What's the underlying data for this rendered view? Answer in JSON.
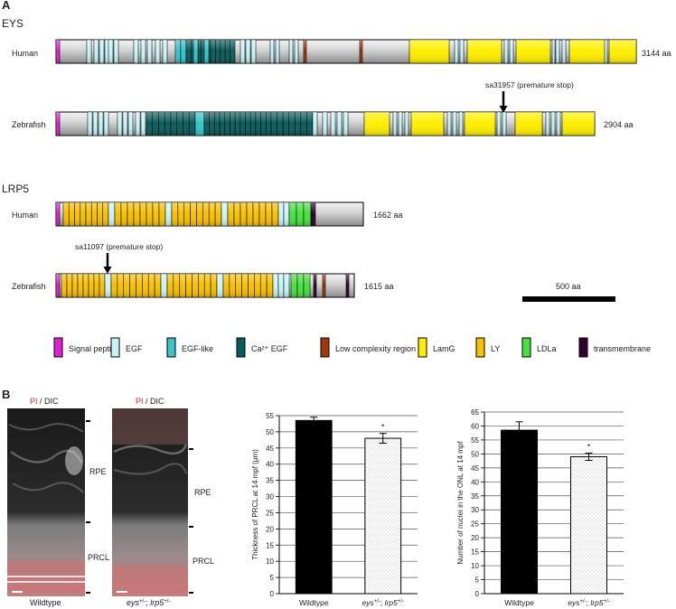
{
  "panelA": {
    "label": "A",
    "eys": {
      "heading": "EYS",
      "human": {
        "label": "Human",
        "length": "3144 aa"
      },
      "zebrafish": {
        "label": "Zebrafish",
        "length": "2904 aa",
        "mutation": "sa31957 (premature stop)"
      }
    },
    "lrp5": {
      "heading": "LRP5",
      "human": {
        "label": "Human",
        "length": "1662 aa"
      },
      "zebrafish": {
        "label": "Zebrafish",
        "length": "1615 aa",
        "mutation": "sa11097 (premature stop)"
      }
    },
    "scale_bar": "500 aa",
    "legend": [
      {
        "label": "Signal peptide",
        "color": "#e020d0"
      },
      {
        "label": "EGF",
        "color": "#c8f4f8"
      },
      {
        "label": "EGF-like",
        "color": "#38c4c8"
      },
      {
        "label": "Ca²⁺ EGF",
        "color": "#0a5c5c"
      },
      {
        "label": "Low complexity region",
        "color": "#a03808"
      },
      {
        "label": "LamG",
        "color": "#ffee00"
      },
      {
        "label": "LY",
        "color": "#f8c000"
      },
      {
        "label": "LDLa",
        "color": "#48e040"
      },
      {
        "label": "transmembrane",
        "color": "#300030"
      }
    ]
  },
  "panelB": {
    "label": "B",
    "micrographs": [
      {
        "stain_pi": "PI",
        "stain_dic": " / DIC",
        "caption": "Wildtype",
        "layer_rpe": "RPE",
        "layer_prcl": "PRCL"
      },
      {
        "stain_pi": "PI",
        "stain_dic": " / DIC",
        "caption_italic": "eys",
        "caption_sup1": "+/-",
        "caption_mid": "; ",
        "caption_italic2": "lrp5",
        "caption_sup2": "+/-",
        "layer_rpe": "RPE",
        "layer_prcl": "PRCL"
      }
    ]
  },
  "chart_data": [
    {
      "type": "bar",
      "categories": [
        "Wildtype",
        "eys+/-; lrp5+/-"
      ],
      "values": [
        53.5,
        48
      ],
      "errors": [
        1,
        1.5
      ],
      "ylabel": "Thickness of PRCL at 14 mpf (μm)",
      "ylim": [
        0,
        55
      ],
      "yticks": [
        0,
        5,
        10,
        15,
        20,
        25,
        30,
        35,
        40,
        45,
        50,
        55
      ],
      "grid": true,
      "significance": "*"
    },
    {
      "type": "bar",
      "categories": [
        "Wildtype",
        "eys+/-; lrp5+/-"
      ],
      "values": [
        58.5,
        49
      ],
      "errors": [
        3,
        1.3
      ],
      "ylabel": "Number of nuclei in the ONL at 14 mpf",
      "ylim": [
        0,
        65
      ],
      "yticks": [
        0,
        5,
        10,
        15,
        20,
        25,
        30,
        35,
        40,
        45,
        50,
        55,
        60,
        65
      ],
      "grid": true,
      "significance": "*"
    }
  ]
}
